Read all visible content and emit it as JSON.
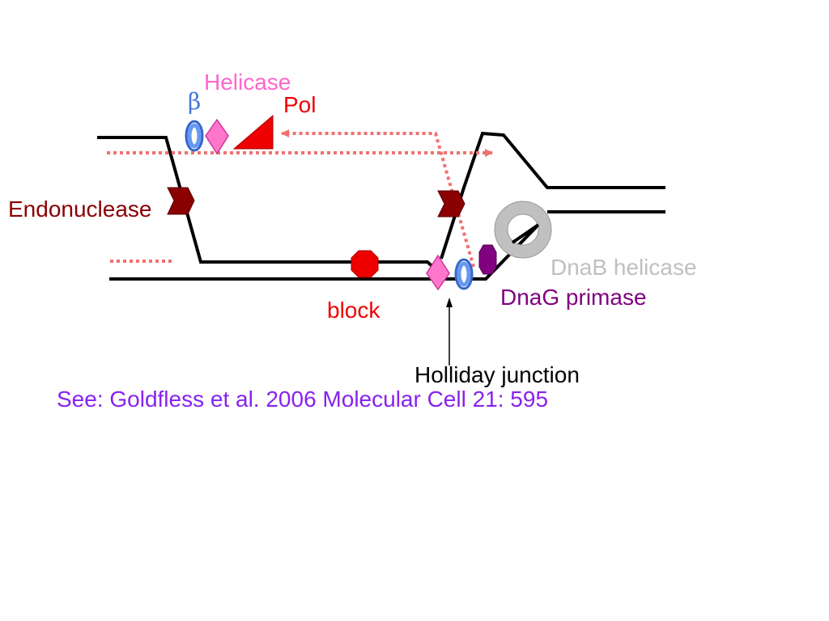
{
  "labels": {
    "helicase": "Helicase",
    "beta": "β",
    "pol": "Pol",
    "endonuclease": "Endonuclease",
    "dnab_helicase": "DnaB helicase",
    "dnag_primase": "DnaG primase",
    "block": "block",
    "holliday_junction": "Holliday junction"
  },
  "citation": "See: Goldfless et al. 2006 Molecular Cell 21: 595",
  "colors": {
    "helicase": "#ff66cc",
    "beta": "#4477dd",
    "pol": "#ee0000",
    "endonuclease": "#8b0000",
    "dnab_helicase": "#c0c0c0",
    "dnag_primase": "#800080",
    "block": "#ee0000",
    "holliday_junction": "#000000",
    "citation": "#8822ee",
    "arrow": "#f07070",
    "dna": "#000000"
  }
}
